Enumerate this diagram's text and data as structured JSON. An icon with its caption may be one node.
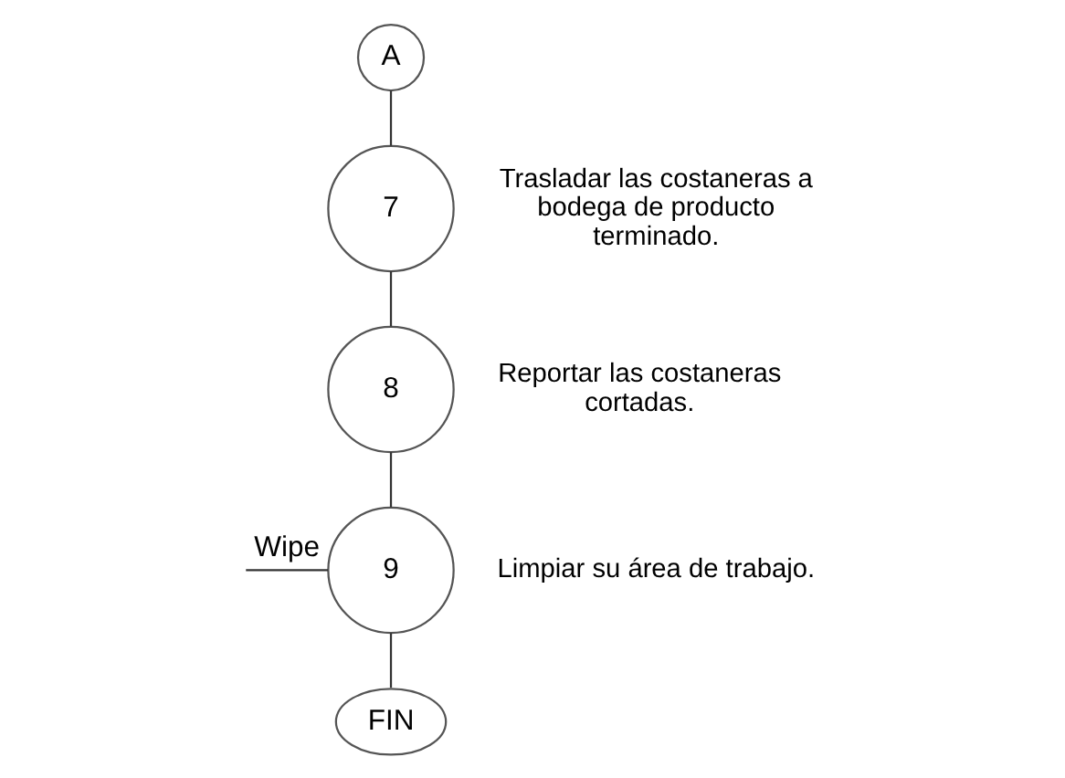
{
  "diagram": {
    "nodes": [
      {
        "text": [
          "A"
        ]
      },
      {
        "text": [
          "7"
        ],
        "beside": [
          "Trasladar las costaneras a bodega de producto terminado."
        ]
      },
      {
        "text": [
          "8"
        ],
        "beside": [
          "Reportar las costaneras cortadas."
        ]
      },
      {
        "text": [
          "9"
        ],
        "beside": [
          "Limpiar su área de trabajo."
        ]
      },
      {
        "text": [
          "FIN"
        ]
      }
    ],
    "edges": [
      {
        "from": 0,
        "to": 1,
        "arrow": "none"
      },
      {
        "from": 1,
        "to": 2,
        "arrow": "none"
      },
      {
        "from": 2,
        "to": 3,
        "arrow": "none"
      },
      {
        "from": null,
        "to": 3,
        "arrow": "none",
        "label": "Wipe"
      },
      {
        "from": 3,
        "to": 4,
        "arrow": "none"
      }
    ]
  }
}
